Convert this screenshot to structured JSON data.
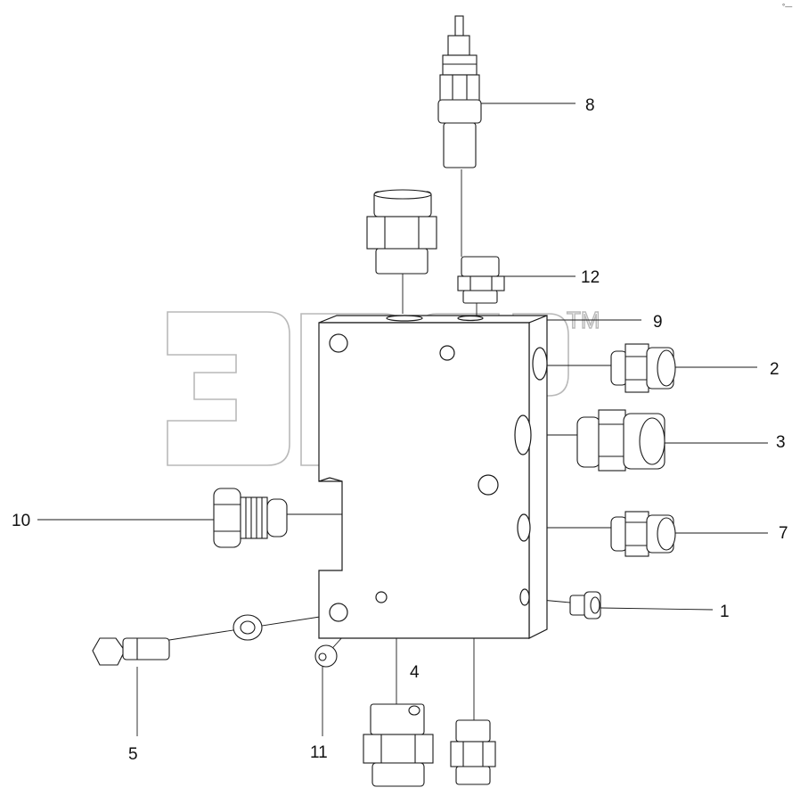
{
  "watermark": {
    "trademark": "TM"
  },
  "corner_mark": "°—",
  "callouts": {
    "c1": "1",
    "c2": "2",
    "c3": "3",
    "c4": "4",
    "c5": "5",
    "c7": "7",
    "c8": "8",
    "c9": "9",
    "c10": "10",
    "c11": "11",
    "c12": "12"
  },
  "colors": {
    "line": "#1a1a1a",
    "part_fill": "#ffffff",
    "shade": "#c8c8c8",
    "watermark": "#b9b9b9"
  }
}
